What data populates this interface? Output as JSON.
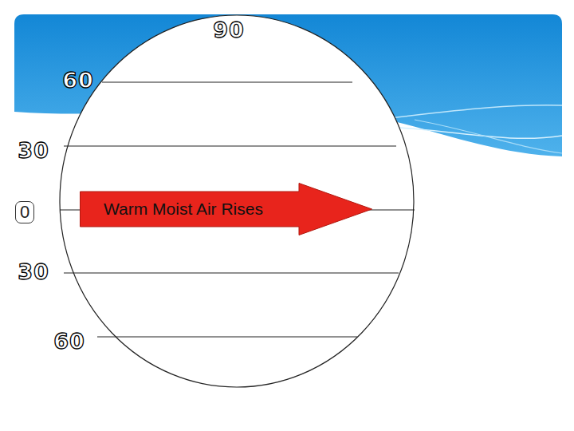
{
  "diagram": {
    "nodes": [
      {
        "text": [
          "0"
        ]
      },
      {
        "text": [
          "Warm Moist Air Rises"
        ]
      }
    ],
    "labels": [
      "90",
      "60",
      "30",
      "30",
      "60"
    ]
  }
}
